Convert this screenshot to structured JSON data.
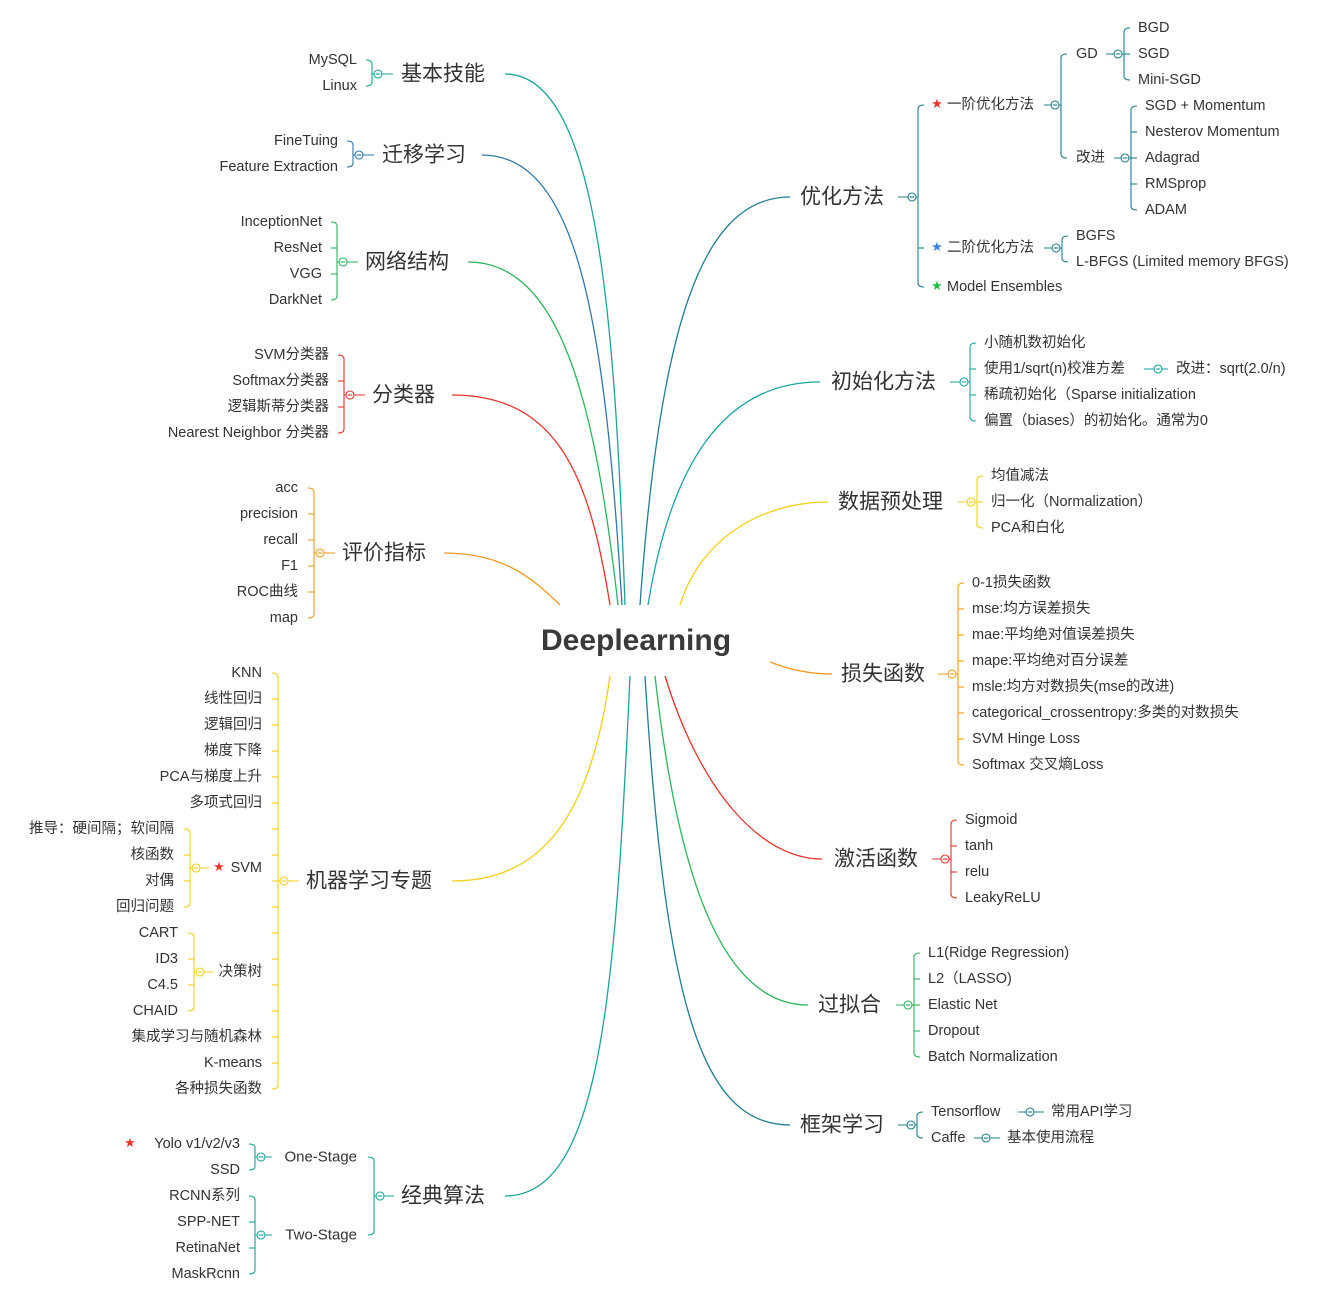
{
  "root": "Deeplearning",
  "colors": {
    "basic": "#1aa39a",
    "transfer": "#2f78a8",
    "network": "#2db35d",
    "classifier": "#e8352c",
    "metrics": "#f39a1d",
    "ml": "#f2cf18",
    "classic": "#1aa39a",
    "optim": "#1f7f8f",
    "init": "#1aa3a3",
    "preproc": "#f2cf18",
    "loss": "#f39a1d",
    "activation": "#e8352c",
    "overfit": "#2db35d",
    "framework": "#1f7f8f",
    "star_red": "#e8352c",
    "star_blue": "#3b7ee8",
    "star_green": "#22bb44"
  },
  "left": {
    "basic": {
      "title": "基本技能",
      "items": [
        "MySQL",
        "Linux"
      ]
    },
    "transfer": {
      "title": "迁移学习",
      "items": [
        "FineTuing",
        "Feature Extraction"
      ]
    },
    "network": {
      "title": "网络结构",
      "items": [
        "InceptionNet",
        "ResNet",
        "VGG",
        "DarkNet"
      ]
    },
    "classifier": {
      "title": "分类器",
      "items": [
        "SVM分类器",
        "Softmax分类器",
        "逻辑斯蒂分类器",
        "Nearest Neighbor 分类器"
      ]
    },
    "metrics": {
      "title": "评价指标",
      "items": [
        "acc",
        "precision",
        "recall",
        "F1",
        "ROC曲线",
        "map"
      ]
    },
    "ml": {
      "title": "机器学习专题",
      "items": [
        "KNN",
        "线性回归",
        "逻辑回归",
        "梯度下降",
        "PCA与梯度上升",
        "多项式回归",
        "SVM",
        "决策树",
        "集成学习与随机森林",
        "K-means",
        "各种损失函数"
      ],
      "svm_children": [
        "推导：硬间隔；软间隔",
        "核函数",
        "对偶",
        "回归问题"
      ],
      "tree_children": [
        "CART",
        "ID3",
        "C4.5",
        "CHAID"
      ]
    },
    "classic": {
      "title": "经典算法",
      "one_stage": {
        "title": "One-Stage",
        "items": [
          "Yolo v1/v2/v3",
          "SSD"
        ]
      },
      "two_stage": {
        "title": "Two-Stage",
        "items": [
          "RCNN系列",
          "SPP-NET",
          "RetinaNet",
          "MaskRcnn"
        ]
      }
    }
  },
  "right": {
    "optim": {
      "title": "优化方法",
      "first_order": {
        "title": "一阶优化方法",
        "gd": {
          "title": "GD",
          "items": [
            "BGD",
            "SGD",
            "Mini-SGD"
          ]
        },
        "improve": {
          "title": "改进",
          "items": [
            "SGD + Momentum",
            "Nesterov Momentum",
            "Adagrad",
            "RMSprop",
            "ADAM"
          ]
        }
      },
      "second_order": {
        "title": "二阶优化方法",
        "items": [
          "BGFS",
          "L-BFGS (Limited memory BFGS)"
        ]
      },
      "ensembles": "Model Ensembles"
    },
    "init": {
      "title": "初始化方法",
      "items": [
        "小随机数初始化",
        "使用1/sqrt(n)校准方差",
        "稀疏初始化（Sparse initialization",
        "偏置（biases）的初始化。通常为0"
      ],
      "calib_child": "改进：sqrt(2.0/n)"
    },
    "preproc": {
      "title": "数据预处理",
      "items": [
        "均值减法",
        "归一化（Normalization）",
        "PCA和白化"
      ]
    },
    "loss": {
      "title": "损失函数",
      "items": [
        "0-1损失函数",
        "mse:均方误差损失",
        "mae:平均绝对值误差损失",
        "mape:平均绝对百分误差",
        "msle:均方对数损失(mse的改进)",
        "categorical_crossentropy:多类的对数损失",
        "SVM Hinge Loss",
        "Softmax 交叉熵Loss"
      ]
    },
    "activation": {
      "title": "激活函数",
      "items": [
        "Sigmoid",
        "tanh",
        "relu",
        "LeakyReLU"
      ]
    },
    "overfit": {
      "title": "过拟合",
      "items": [
        "L1(Ridge Regression)",
        "L2（LASSO)",
        "Elastic Net",
        "Dropout",
        "Batch Normalization"
      ]
    },
    "framework": {
      "title": "框架学习",
      "items": [
        "Tensorflow",
        "Caffe"
      ],
      "children": [
        "常用API学习",
        "基本使用流程"
      ]
    }
  }
}
